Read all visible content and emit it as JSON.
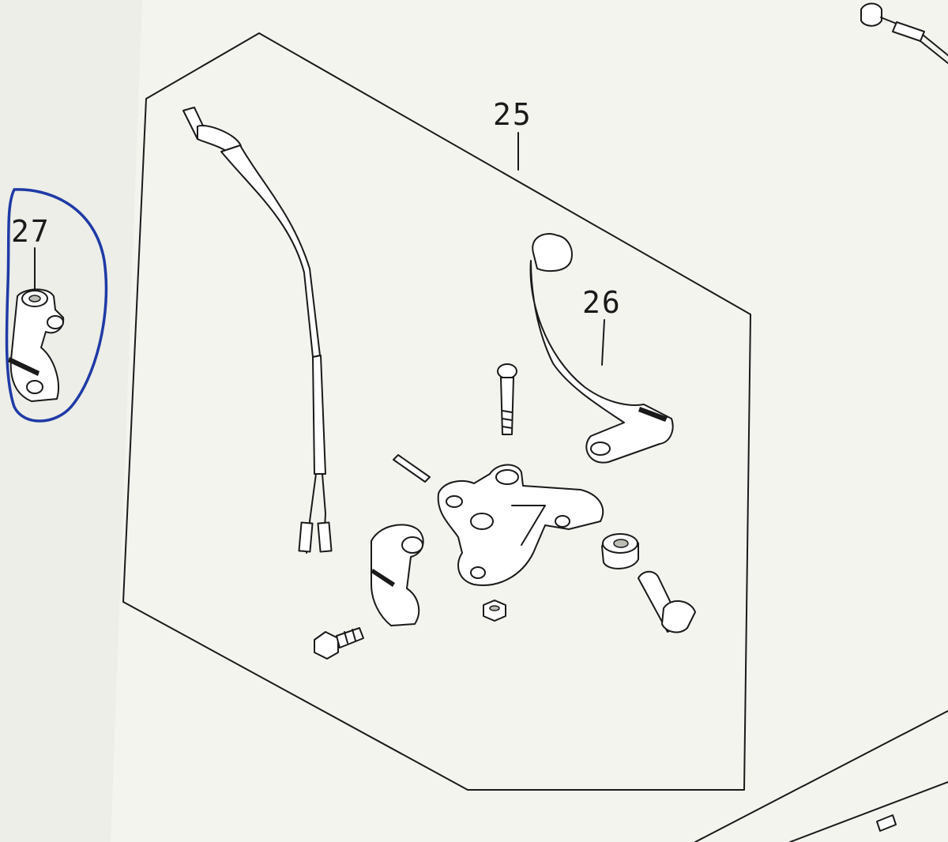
{
  "callouts": {
    "kit": "25",
    "lever": "26",
    "clamp": "27"
  },
  "colors": {
    "paper": "#f3f4ee",
    "ink": "#1a1a1a",
    "highlight_circle": "#1f3aa6"
  },
  "icons": [
    "wire-harness-icon",
    "lever-icon",
    "bracket-icon",
    "clamp-icon",
    "bolt-icon",
    "pin-icon",
    "nut-icon",
    "collar-icon",
    "cable-icon"
  ]
}
